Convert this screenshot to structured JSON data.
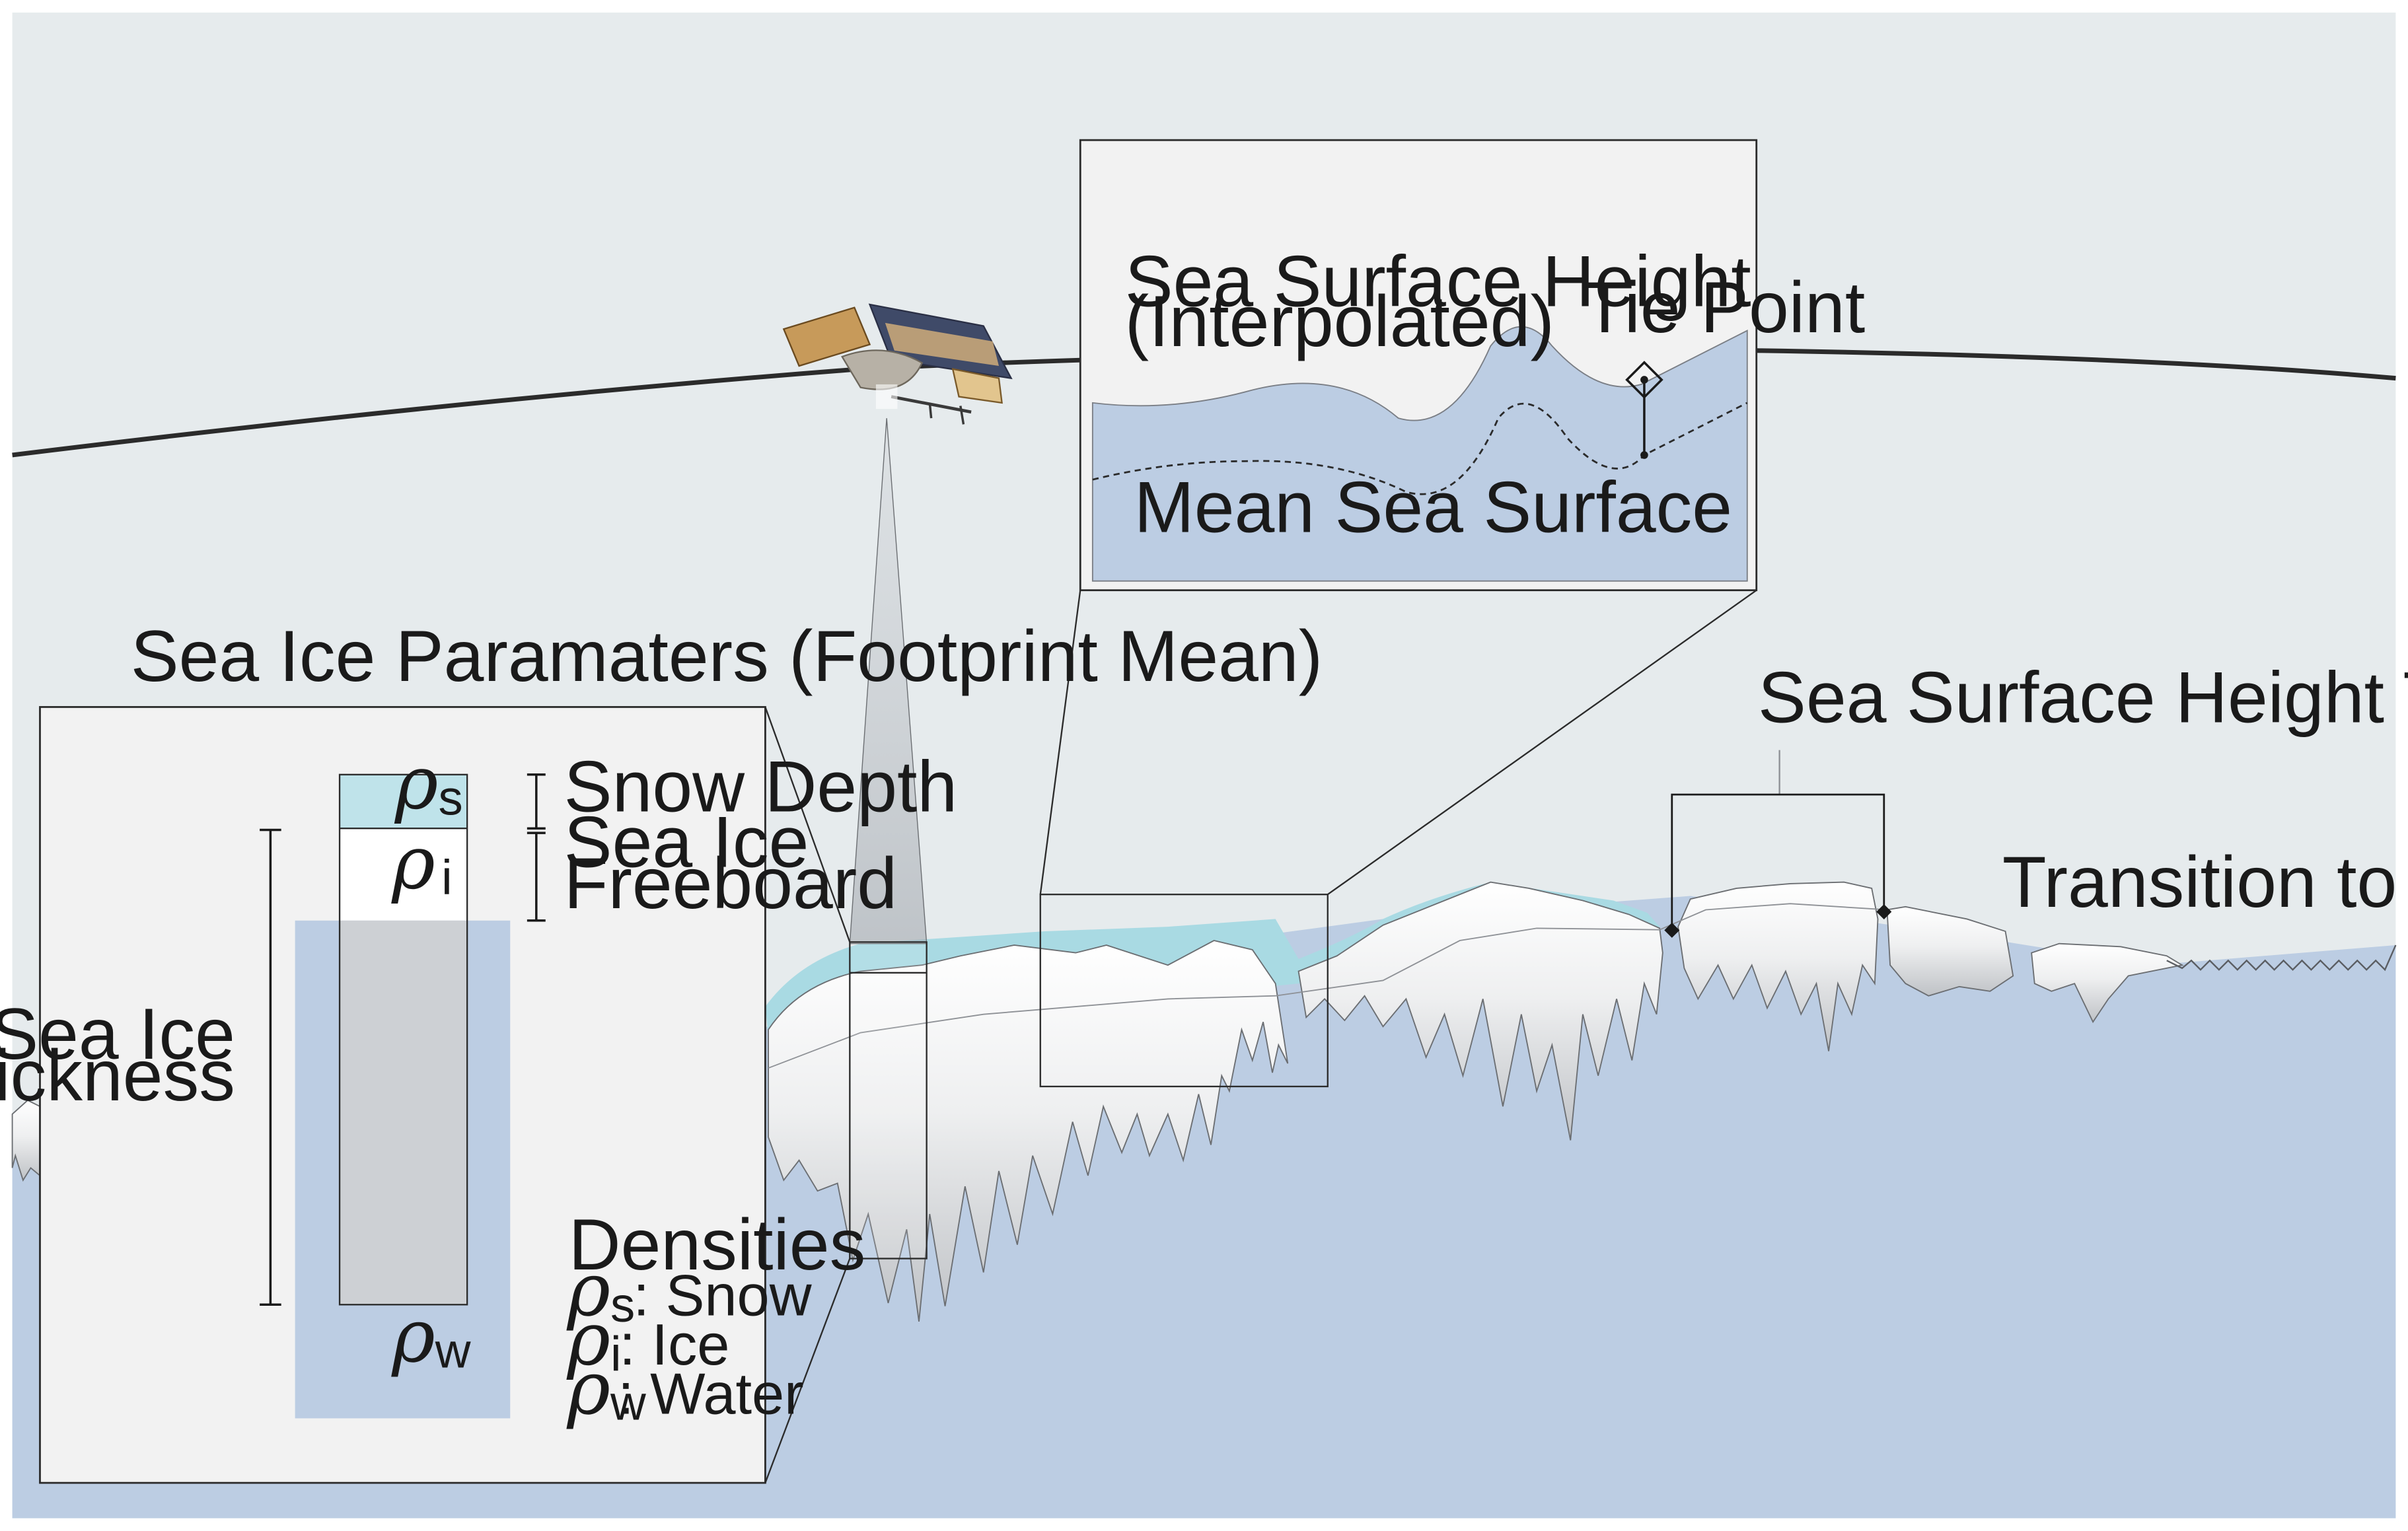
{
  "labels": {
    "ssh_interpolated_line1": "Sea Surface Height",
    "ssh_interpolated_line2": "(Interpolated)",
    "tie_point": "Tie Point",
    "mean_sea_surface": "Mean Sea Surface",
    "sea_ice_parameters_title": "Sea Ice Paramaters (Footprint Mean)",
    "ssh_tie_points": "Sea Surface Height Tie Points",
    "transition_open_ocean": "Transition to Open Ocean",
    "snow_depth": "Snow Depth",
    "sea_ice_freeboard_line1": "Sea Ice",
    "sea_ice_freeboard_line2": "Freeboard",
    "sea_ice_thickness_line1": "Sea Ice",
    "sea_ice_thickness_line2": "Thickness",
    "densities_title": "Densities"
  },
  "symbols": {
    "rho": "ρ",
    "sub_snow": "s",
    "sub_ice": "i",
    "sub_water": "w"
  },
  "densities": [
    {
      "symbol_sub": "s",
      "label": ": Snow"
    },
    {
      "symbol_sub": "i",
      "label": ": Ice"
    },
    {
      "symbol_sub": "w",
      "label": ": Water"
    }
  ],
  "colors": {
    "sky": "#e6ebed",
    "ocean": "#bccde3",
    "snow": "#a9dae3",
    "ice_top": "#ffffff",
    "ice_bottom": "#c6c8cb",
    "panel_bg": "#f2f2f2",
    "outline": "#222222"
  }
}
